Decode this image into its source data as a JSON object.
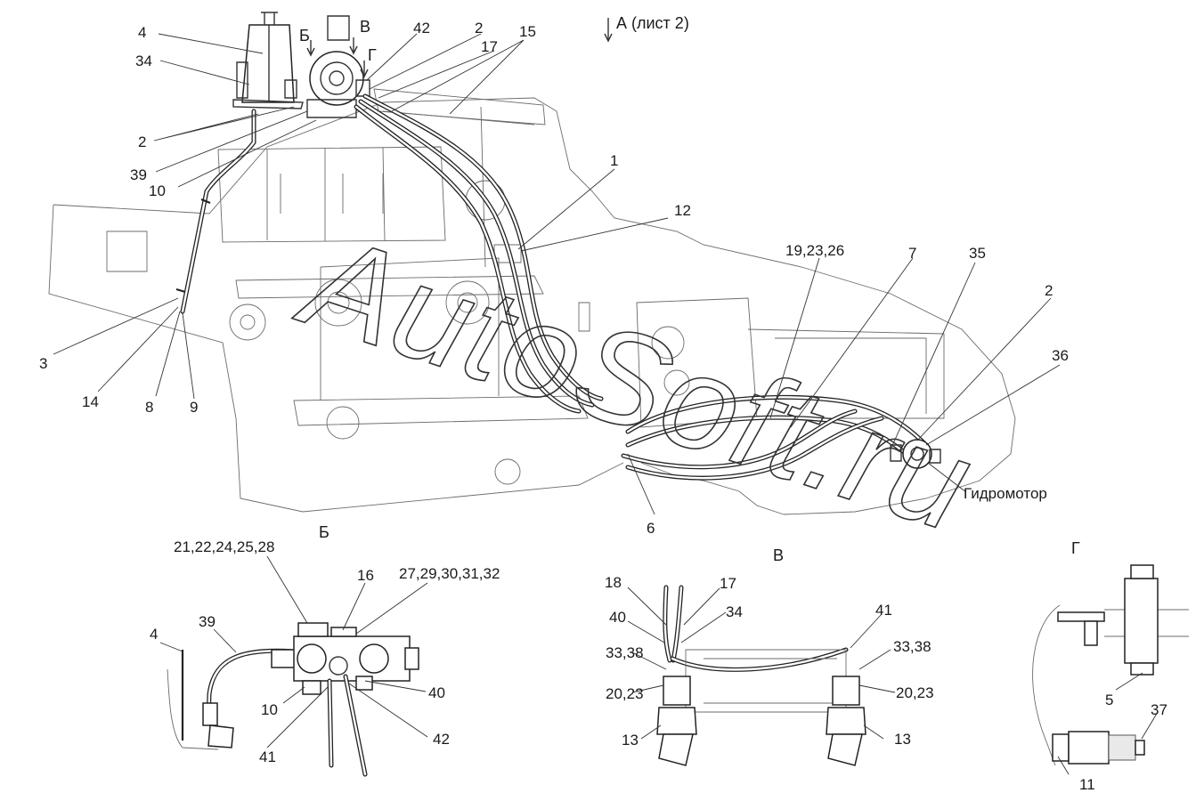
{
  "view_titles": {
    "view_a": "А (лист 2)",
    "view_b": "Б",
    "view_v": "В",
    "view_g": "Г",
    "main_b": "Б",
    "main_v": "В",
    "main_g": "Г"
  },
  "main_labels": [
    {
      "id": "m-4",
      "text": "4"
    },
    {
      "id": "m-34",
      "text": "34"
    },
    {
      "id": "m-42",
      "text": "42"
    },
    {
      "id": "m-2a",
      "text": "2"
    },
    {
      "id": "m-17",
      "text": "17"
    },
    {
      "id": "m-15",
      "text": "15"
    },
    {
      "id": "m-2b",
      "text": "2"
    },
    {
      "id": "m-39",
      "text": "39"
    },
    {
      "id": "m-10",
      "text": "10"
    },
    {
      "id": "m-1",
      "text": "1"
    },
    {
      "id": "m-12",
      "text": "12"
    },
    {
      "id": "m-192326",
      "text": "19,23,26"
    },
    {
      "id": "m-7",
      "text": "7"
    },
    {
      "id": "m-35",
      "text": "35"
    },
    {
      "id": "m-2c",
      "text": "2"
    },
    {
      "id": "m-36",
      "text": "36"
    },
    {
      "id": "m-3",
      "text": "3"
    },
    {
      "id": "m-14",
      "text": "14"
    },
    {
      "id": "m-8",
      "text": "8"
    },
    {
      "id": "m-9",
      "text": "9"
    },
    {
      "id": "m-6",
      "text": "6"
    },
    {
      "id": "m-motor",
      "text": "Гидромотор"
    }
  ],
  "view_b_labels": [
    {
      "id": "b-2122",
      "text": "21,22,24,25,28"
    },
    {
      "id": "b-16",
      "text": "16"
    },
    {
      "id": "b-2729",
      "text": "27,29,30,31,32"
    },
    {
      "id": "b-4",
      "text": "4"
    },
    {
      "id": "b-39",
      "text": "39"
    },
    {
      "id": "b-10",
      "text": "10"
    },
    {
      "id": "b-40",
      "text": "40"
    },
    {
      "id": "b-41",
      "text": "41"
    },
    {
      "id": "b-42",
      "text": "42"
    }
  ],
  "view_v_labels": [
    {
      "id": "v-18",
      "text": "18"
    },
    {
      "id": "v-17",
      "text": "17"
    },
    {
      "id": "v-40",
      "text": "40"
    },
    {
      "id": "v-34",
      "text": "34"
    },
    {
      "id": "v-41",
      "text": "41"
    },
    {
      "id": "v-3338a",
      "text": "33,38"
    },
    {
      "id": "v-3338b",
      "text": "33,38"
    },
    {
      "id": "v-2023a",
      "text": "20,23"
    },
    {
      "id": "v-2023b",
      "text": "20,23"
    },
    {
      "id": "v-13a",
      "text": "13"
    },
    {
      "id": "v-13b",
      "text": "13"
    }
  ],
  "view_g_labels": [
    {
      "id": "g-5",
      "text": "5"
    },
    {
      "id": "g-37",
      "text": "37"
    },
    {
      "id": "g-11",
      "text": "11"
    }
  ],
  "watermark": "AutoSoft.ru"
}
